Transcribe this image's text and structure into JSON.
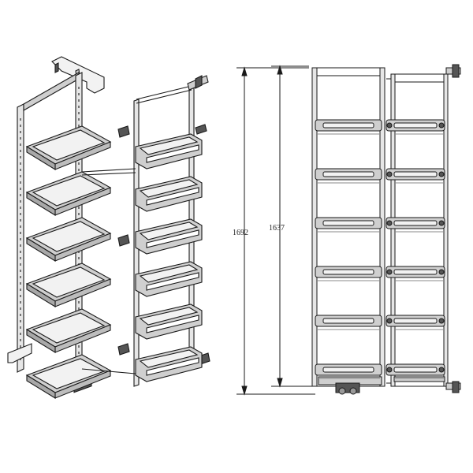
{
  "drawing": {
    "dimensions": [
      {
        "id": "overall-height",
        "value": "1692"
      },
      {
        "id": "frame-height",
        "value": "1637"
      }
    ],
    "colors": {
      "line": "#1a1a1a",
      "fill_light": "#f2f2f2",
      "fill_mid": "#cfcfcf",
      "fill_dark": "#555555",
      "background": "#ffffff"
    },
    "front_view": {
      "basket_tiers": 6
    },
    "door_rack_view": {
      "basket_tiers": 6
    },
    "elevation_view": {
      "basket_rows": 6
    }
  }
}
